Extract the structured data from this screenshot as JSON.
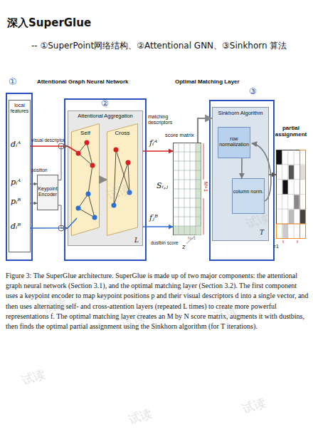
{
  "diagram": {
    "title": "深入SuperGlue",
    "caption": "Figure 3: The SuperGlue architecture. SuperGlue is made up of two major components: the attentional graph neural network (Section 3.1), and the optimal matching layer (Section 3.2). The first component uses a keypoint encoder to map keypoint positions p and their visual descriptors d into a single vector, and then uses alternating self- and cross-attention layers (repeated L times) to create more powerful representations f. The optimal matching layer creates an M by N score matrix, augments it with dustbins, then finds the optimal partial assignment using the Sinkhorn algorithm (for T iterations).",
    "nodes": [
      {
        "text": [
          "①"
        ]
      },
      {
        "text": [
          "local features",
          "dᵢᴬ",
          "pᵢᴬ",
          "pᵢᴮ",
          "dᵢᴮ"
        ],
        "in": 0
      },
      {
        "text": [
          "Keypoint Encoder"
        ]
      },
      {
        "text": [
          "②"
        ]
      },
      {
        "text": [
          "Attentional Aggregation",
          "L"
        ],
        "in": 3
      },
      {
        "text": [
          "Self"
        ],
        "in": 4
      },
      {
        "text": [
          "Cross"
        ],
        "in": 4
      },
      {
        "text": [
          "score matrix",
          "Sᵢ,ⱼ"
        ]
      },
      {
        "text": [
          "③"
        ]
      },
      {
        "text": [
          "Sinkhorn Algorithm",
          "T"
        ],
        "in": 8
      },
      {
        "text": [
          "row normalization"
        ],
        "in": 9
      },
      {
        "text": [
          "column norm."
        ],
        "in": 9
      },
      {
        "text": [
          "partial assignment"
        ]
      }
    ],
    "edges": [
      {
        "from": 1,
        "to": 2,
        "label": "position",
        "arrow": "to"
      },
      {
        "from": 1,
        "to": 2,
        "arrow": "to"
      },
      {
        "from": 1,
        "to": 4,
        "label": "visual descriptor",
        "arrow": "to"
      },
      {
        "from": 1,
        "to": 4,
        "arrow": "to"
      },
      {
        "from": 2,
        "to": 4,
        "arrow": "to"
      },
      {
        "from": 2,
        "to": 4,
        "arrow": "to"
      },
      {
        "from": 5,
        "to": 6,
        "arrow": "to"
      },
      {
        "from": 4,
        "to": 7,
        "arrow": "to"
      },
      {
        "from": 4,
        "to": 7,
        "arrow": "to"
      },
      {
        "from": 7,
        "to": 9,
        "arrow": "to"
      },
      {
        "from": 10,
        "to": 11,
        "arrow": "to"
      },
      {
        "from": 9,
        "to": 12,
        "arrow": "to"
      }
    ],
    "labels": [
      "-- ①SuperPoint网络结构、②Attentional GNN、③Sinkhorn 算法",
      "Attentional Graph Neural Network",
      "Optimal Matching Layer",
      "matching descriptors",
      "fᵢᴬ",
      "fⱼᴮ",
      "M+1",
      "N+1",
      "dustbin score",
      "z",
      "=1",
      "试读",
      "试读",
      "试读",
      "试读",
      "试读",
      "试读",
      "试读",
      "试读"
    ]
  }
}
